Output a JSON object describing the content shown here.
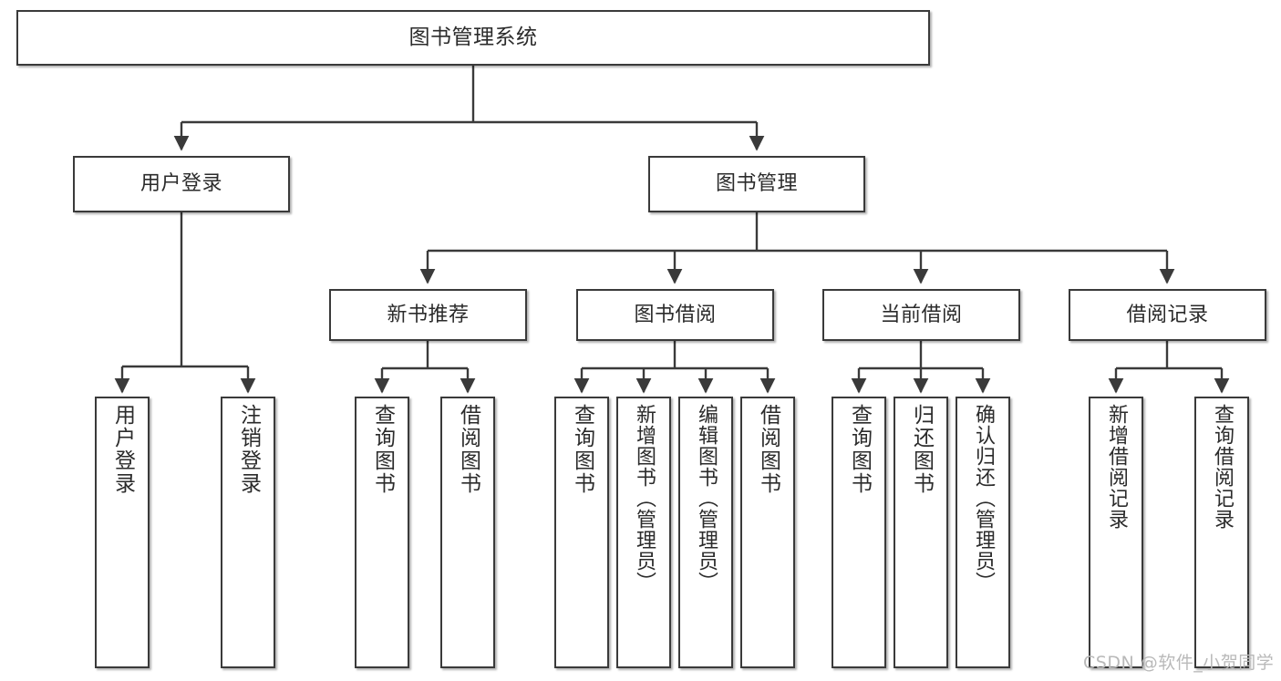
{
  "diagram": {
    "type": "tree",
    "title": "图书管理系统",
    "orientation": "top-down",
    "watermark": "CSDN @软件_小贺同学",
    "colors": {
      "node_border": "#3a3a3a",
      "node_fill": "#ffffff",
      "edge": "#3a3a3a",
      "text": "#2b2b2b",
      "watermark": "#b9b9b9",
      "background": "#ffffff"
    },
    "nodes": {
      "root": {
        "label": "图书管理系统"
      },
      "level2": [
        {
          "id": "user-login",
          "label": "用户登录"
        },
        {
          "id": "book-manage",
          "label": "图书管理"
        }
      ],
      "level3": [
        {
          "id": "new-book-recommend",
          "label": "新书推荐"
        },
        {
          "id": "book-borrow",
          "label": "图书借阅"
        },
        {
          "id": "current-borrow",
          "label": "当前借阅"
        },
        {
          "id": "borrow-record",
          "label": "借阅记录"
        }
      ],
      "leaves": {
        "user-login": [
          {
            "id": "leaf-user-login",
            "label": "用户登录"
          },
          {
            "id": "leaf-user-logout",
            "label": "注销登录"
          }
        ],
        "new-book-recommend": [
          {
            "id": "leaf-query-book-1",
            "label": "查询图书"
          },
          {
            "id": "leaf-borrow-book-1",
            "label": "借阅图书"
          }
        ],
        "book-borrow": [
          {
            "id": "leaf-query-book-2",
            "label": "查询图书"
          },
          {
            "id": "leaf-add-book",
            "label": "新增图书（管理员）"
          },
          {
            "id": "leaf-edit-book",
            "label": "编辑图书（管理员）"
          },
          {
            "id": "leaf-borrow-book-2",
            "label": "借阅图书"
          }
        ],
        "current-borrow": [
          {
            "id": "leaf-query-book-3",
            "label": "查询图书"
          },
          {
            "id": "leaf-return-book",
            "label": "归还图书"
          },
          {
            "id": "leaf-confirm-return",
            "label": "确认归还（管理员）"
          }
        ],
        "borrow-record": [
          {
            "id": "leaf-add-record",
            "label": "新增借阅记录"
          },
          {
            "id": "leaf-query-record",
            "label": "查询借阅记录"
          }
        ]
      }
    }
  }
}
